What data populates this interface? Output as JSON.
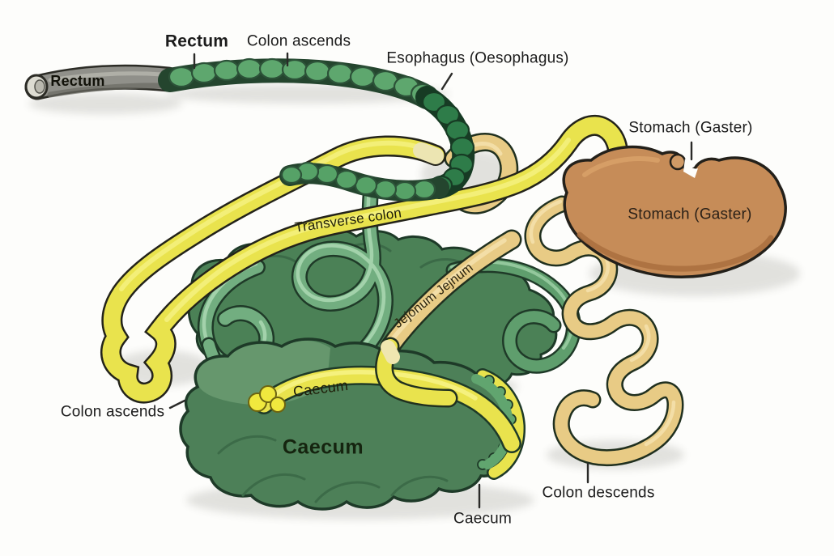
{
  "diagram": {
    "subject": "Digestive tract anatomical diagram",
    "labels": {
      "rectum_top": "Rectum",
      "colon_ascends_top": "Colon ascends",
      "esophagus": "Esophagus (Oesophagus)",
      "stomach_pointer": "Stomach (Gaster)",
      "stomach_inner": "Stomach (Gaster)",
      "rectum_tube": "Rectum",
      "transverse_colon": "Transverse colon",
      "jejunum_tube": "Jejonum Jejnum",
      "caecum_tube": "Caecum",
      "caecum_body": "Caecum",
      "caecum_pointer": "Caecum",
      "colon_ascends_left": "Colon ascends",
      "colon_descends": "Colon descends"
    },
    "colors": {
      "background": "#fdfdfb",
      "large_colon_yellow": "#e9e34d",
      "yellow_highlight": "#f5f180",
      "small_intestine_tan": "#e8cb85",
      "stomach_brown": "#c68c58",
      "dark_green": "#4d8058",
      "mid_green": "#72ae80",
      "chain_green": "#5ea76e",
      "deep_chain_green": "#2e7c49",
      "rectum_gray": "#90908a",
      "outline_dark": "#20301f",
      "label_text": "#1c1c1c"
    }
  }
}
